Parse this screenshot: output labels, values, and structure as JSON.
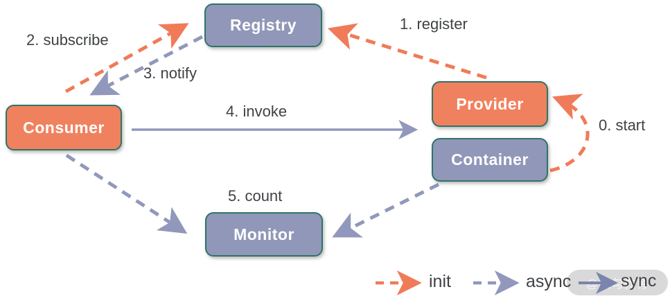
{
  "diagram": {
    "nodes": {
      "registry": {
        "label": "Registry",
        "color": "#9197B8"
      },
      "consumer": {
        "label": "Consumer",
        "color": "#F0815F"
      },
      "provider": {
        "label": "Provider",
        "color": "#F0815F"
      },
      "container": {
        "label": "Container",
        "color": "#9197B8"
      },
      "monitor": {
        "label": "Monitor",
        "color": "#9197B8"
      }
    },
    "edges": {
      "start": {
        "label": "0. start",
        "from": "container",
        "to": "provider",
        "style": "init"
      },
      "register": {
        "label": "1. register",
        "from": "provider",
        "to": "registry",
        "style": "init"
      },
      "subscribe": {
        "label": "2. subscribe",
        "from": "consumer",
        "to": "registry",
        "style": "init"
      },
      "notify": {
        "label": "3. notify",
        "from": "registry",
        "to": "consumer",
        "style": "async"
      },
      "invoke": {
        "label": "4. invoke",
        "from": "consumer",
        "to": "provider",
        "style": "sync"
      },
      "count": {
        "label": "5. count",
        "from": "consumer",
        "to": "monitor",
        "style": "async"
      },
      "report": {
        "label": "",
        "from": "container",
        "to": "monitor",
        "style": "async"
      }
    }
  },
  "legend": {
    "init": {
      "label": "init",
      "color": "#F07B59",
      "line": "dashed"
    },
    "async": {
      "label": "async",
      "color": "#9198BB",
      "line": "dashed"
    },
    "sync": {
      "label": "sync",
      "color": "#9198BB",
      "line": "solid"
    }
  },
  "watermark": {
    "text": "@拉勾教育"
  },
  "colors": {
    "node_border": "#2E7467",
    "orange_fill": "#F0815F",
    "purple_fill": "#9197B8",
    "label_text": "#3F4245",
    "background": "#FFFFFF",
    "watermark_bg": "#D8D8D8"
  }
}
